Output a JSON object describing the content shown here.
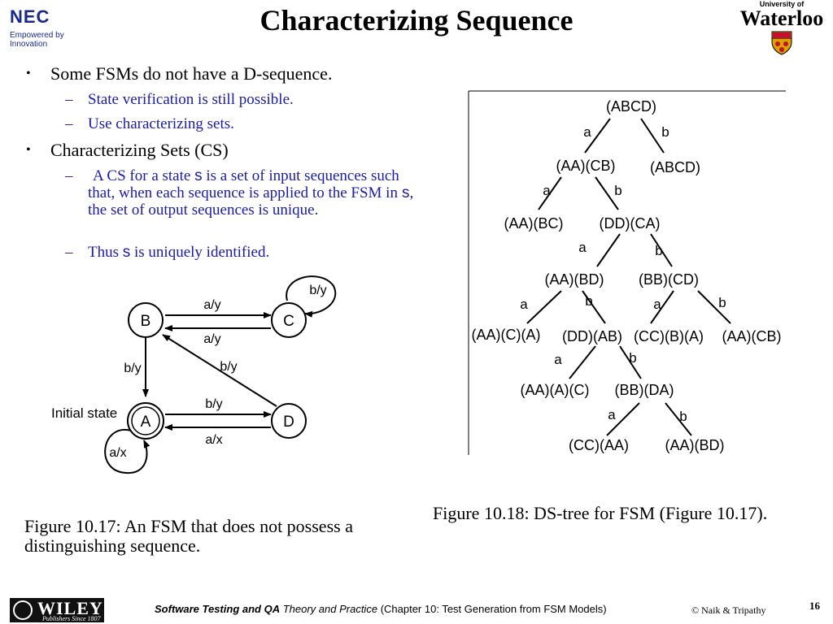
{
  "slide": {
    "title": "Characterizing Sequence",
    "page_number": "16"
  },
  "logos": {
    "nec_name": "NEC",
    "nec_tagline": "Empowered by Innovation",
    "waterloo_small": "University of",
    "waterloo_big": "Waterloo",
    "wiley_name": "WILEY",
    "wiley_tagline": "Publishers Since 1807"
  },
  "bullets": [
    {
      "text": "Some FSMs do not have a D-sequence.",
      "subs": [
        "State verification is still possible.",
        "Use characterizing sets."
      ]
    },
    {
      "text": "Characterizing Sets (CS)",
      "subs": []
    }
  ],
  "cs_def": {
    "p1": "A CS for a state",
    "s": "s",
    "p2": "is a set of input sequences such that, when each sequence is applied to the FSM in",
    "p3": ", the set of output sequences is unique.",
    "thus_p1": "Thus",
    "thus_p2": "is uniquely identified."
  },
  "fsm": {
    "states": [
      "A",
      "B",
      "C",
      "D"
    ],
    "initial_label": "Initial state",
    "edge_labels": {
      "bc": "a/y",
      "cb": "a/y",
      "cc": "b/y",
      "ba": "b/y",
      "db": "b/y",
      "ad": "b/y",
      "da": "a/x",
      "aa": "a/x"
    },
    "caption": "Figure 10.17: An FSM that does not possess a distinguishing sequence."
  },
  "tree": {
    "n_root": "(ABCD)",
    "n_1a": "(AA)(CB)",
    "n_1b": "(ABCD)",
    "n_2a": "(AA)(BC)",
    "n_2b": "(DD)(CA)",
    "n_3a": "(AA)(BD)",
    "n_3b": "(BB)(CD)",
    "n_4a": "(AA)(C)(A)",
    "n_4b": "(DD)(AB)",
    "n_4c": "(CC)(B)(A)",
    "n_4d": "(AA)(CB)",
    "n_5a": "(AA)(A)(C)",
    "n_5b": "(BB)(DA)",
    "n_6a": "(CC)(AA)",
    "n_6b": "(AA)(BD)",
    "edge_a": "a",
    "edge_b": "b",
    "caption": "Figure 10.18: DS-tree for FSM (Figure 10.17)."
  },
  "footer": {
    "book_bold": "Software Testing and QA",
    "book_rest": "Theory and Practice",
    "chapter": "(Chapter 10: Test Generation from FSM Models)",
    "copyright": "© Naik & Tripathy"
  }
}
